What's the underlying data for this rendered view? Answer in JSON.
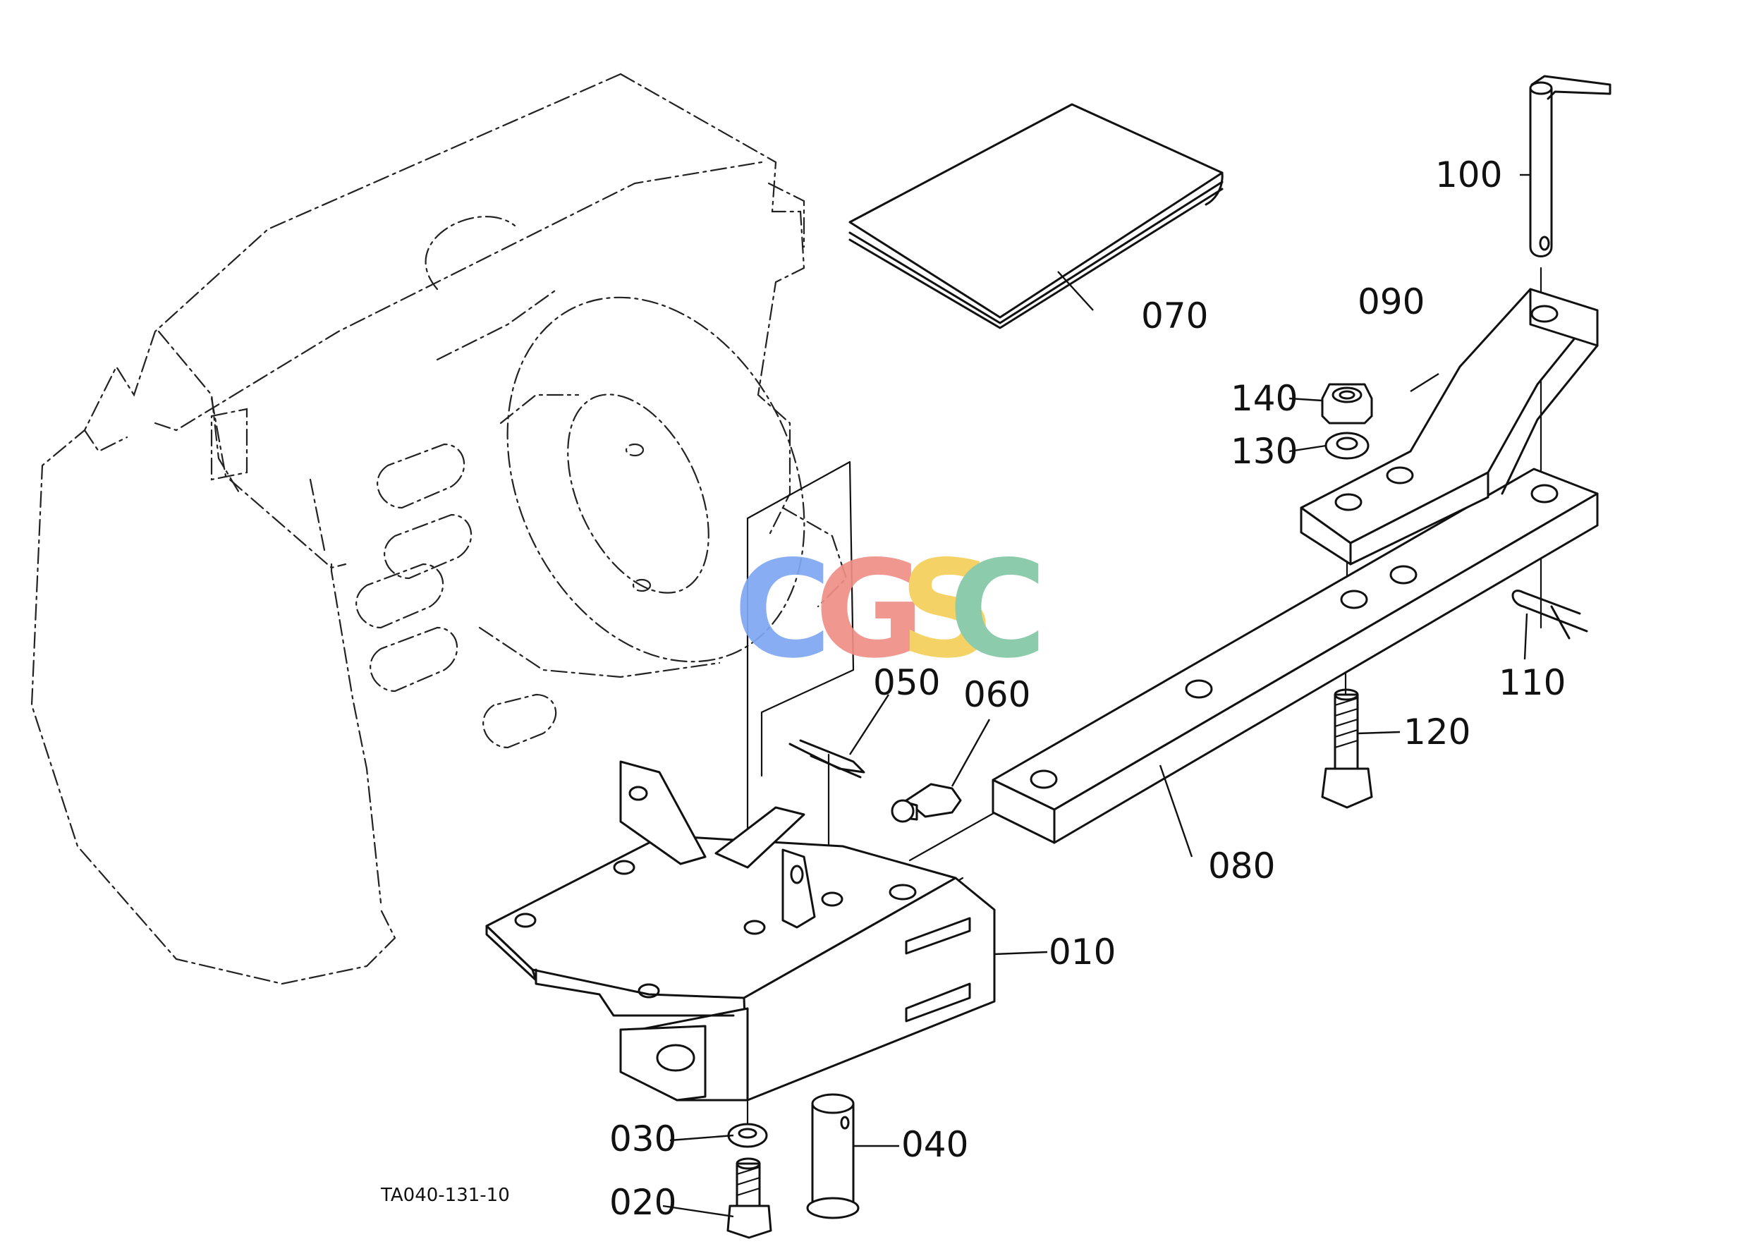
{
  "diagram": {
    "reference_code": "TA040-131-10",
    "watermark": {
      "letters": [
        "C",
        "G",
        "S",
        "C"
      ],
      "colors": [
        "#7fa7f2",
        "#ef8f86",
        "#f5cf58",
        "#83c7a5"
      ]
    },
    "parts": [
      {
        "callout": "010"
      },
      {
        "callout": "020"
      },
      {
        "callout": "030"
      },
      {
        "callout": "040"
      },
      {
        "callout": "050"
      },
      {
        "callout": "060"
      },
      {
        "callout": "070"
      },
      {
        "callout": "080"
      },
      {
        "callout": "090"
      },
      {
        "callout": "100"
      },
      {
        "callout": "110"
      },
      {
        "callout": "120"
      },
      {
        "callout": "130"
      },
      {
        "callout": "140"
      }
    ]
  }
}
